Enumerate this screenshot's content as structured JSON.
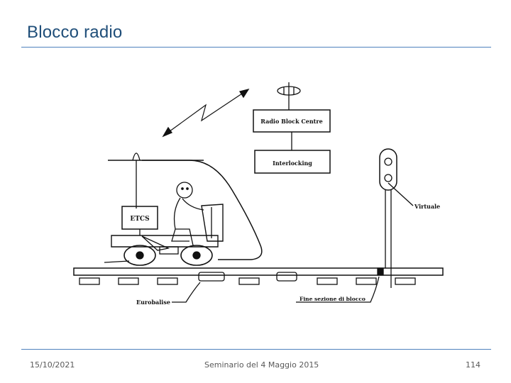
{
  "slide": {
    "title": "Blocco radio"
  },
  "figure": {
    "labels": {
      "rbc": "Radio Block  Centre",
      "interlocking": "Interlocking",
      "etcs": "ETCS",
      "virtuale": "Virtuale",
      "eurobalise": "Eurobalise",
      "fine_sezione": "Fine sezione di blocco"
    }
  },
  "footer": {
    "date": "15/10/2021",
    "center": "Seminario del 4 Maggio 2015",
    "page": "114"
  }
}
